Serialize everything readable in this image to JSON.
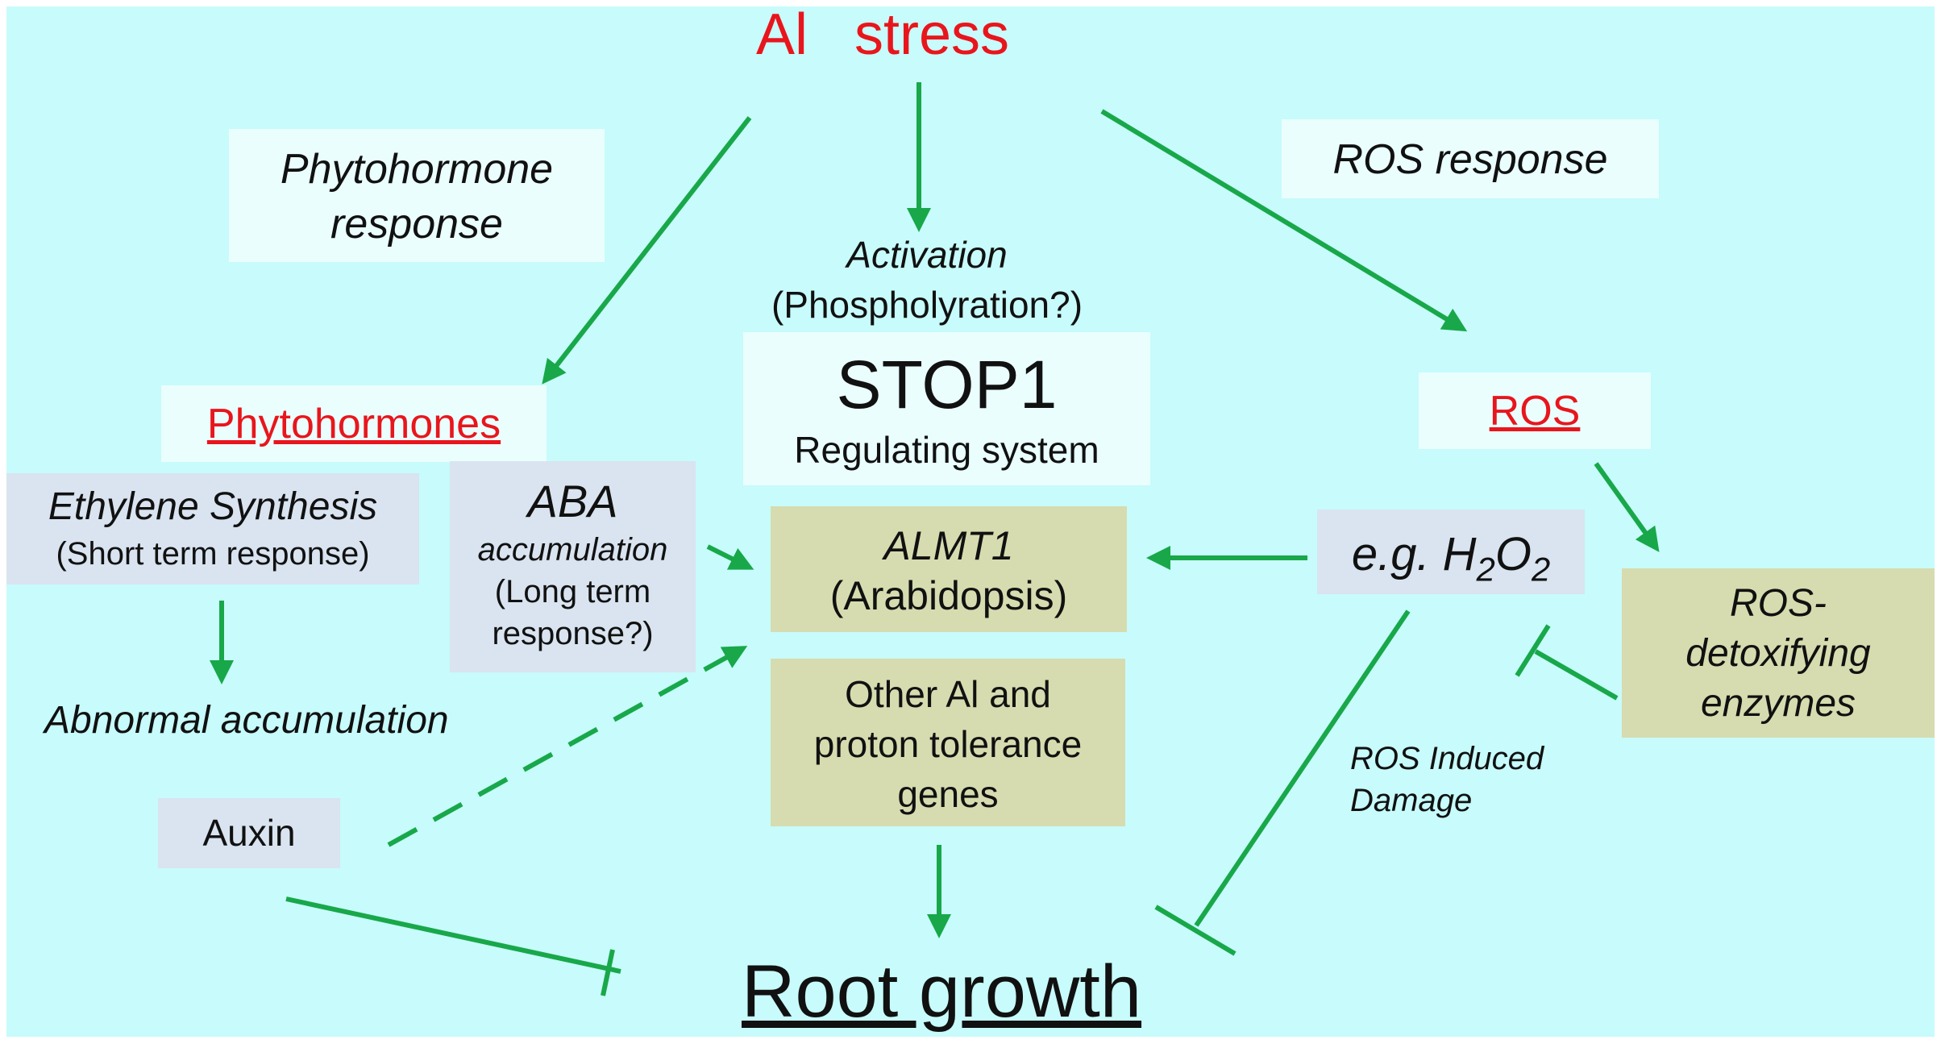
{
  "colors": {
    "background": "#c8fbfb",
    "arrow": "#18a84a",
    "highlight": "#e8161c",
    "pale_box": "#eafefe",
    "grey_box": "#d9e4f0",
    "olive_box": "#d6dcaf"
  },
  "nodes": {
    "al_stress": {
      "word1": "Al",
      "word2": "stress"
    },
    "phytohormone_response": {
      "line1": "Phytohormone",
      "line2": "response"
    },
    "ros_response": {
      "text": "ROS response"
    },
    "activation": {
      "line1": "Activation",
      "line2": "(Phospholyration?)"
    },
    "stop1": {
      "title": "STOP1",
      "subtitle": "Regulating system"
    },
    "phytohormones": {
      "text": "Phytohormones"
    },
    "ros": {
      "text": "ROS"
    },
    "ethylene": {
      "line1": "Ethylene Synthesis",
      "line2": "(Short term response)"
    },
    "aba": {
      "line1": "ABA",
      "line2": "accumulation",
      "line3": "(Long term",
      "line4": "response?)"
    },
    "almt1": {
      "line1": "ALMT1",
      "line2": "(Arabidopsis)"
    },
    "h2o2": {
      "prefix": "e.g. H",
      "sub1": "2",
      "mid": "O",
      "sub2": "2"
    },
    "ros_detox": {
      "line1": "ROS-",
      "line2": "detoxifying",
      "line3": "enzymes"
    },
    "abnormal": {
      "text": "Abnormal accumulation"
    },
    "other_genes": {
      "line1": "Other Al and",
      "line2": "proton tolerance",
      "line3": "genes"
    },
    "ros_damage": {
      "line1": "ROS Induced",
      "line2": "Damage"
    },
    "auxin": {
      "text": "Auxin"
    },
    "root_growth": {
      "text": "Root growth"
    }
  }
}
